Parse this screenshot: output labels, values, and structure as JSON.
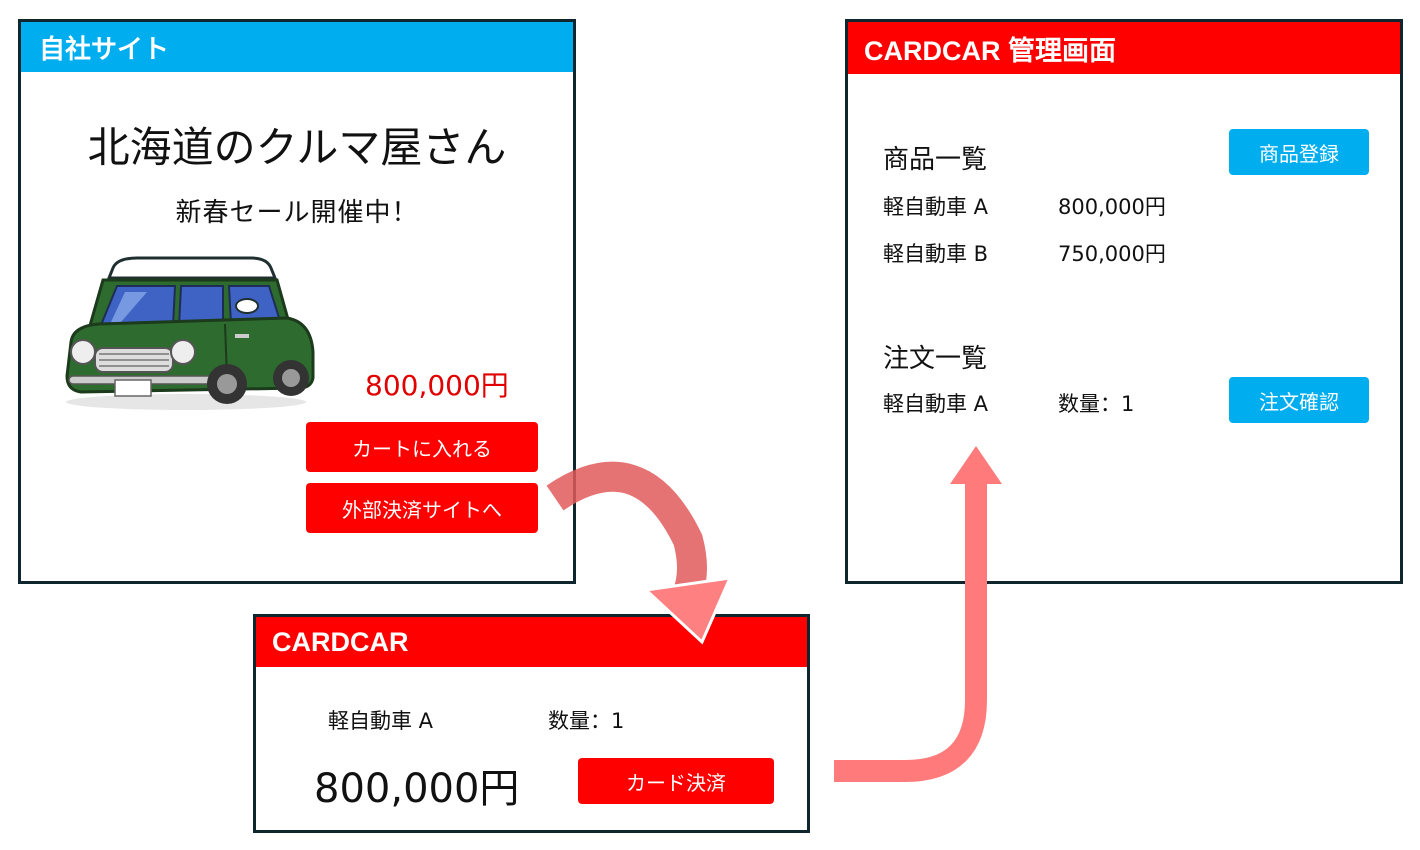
{
  "own_site": {
    "header": "自社サイト",
    "shop_title": "北海道のクルマ屋さん",
    "subtitle": "新春セール開催中！",
    "price": "800,000円",
    "cart_button": "カートに入れる",
    "external_button": "外部決済サイトへ"
  },
  "checkout": {
    "header": "CARDCAR",
    "item_name": "軽自動車 A",
    "quantity": "数量：1",
    "price": "800,000円",
    "card_button": "カード決済"
  },
  "admin": {
    "header": "CARDCAR 管理画面",
    "products_heading": "商品一覧",
    "register_button": "商品登録",
    "products": [
      {
        "name": "軽自動車 A",
        "price": "800,000円"
      },
      {
        "name": "軽自動車 B",
        "price": "750,000円"
      }
    ],
    "orders_heading": "注文一覧",
    "orders": [
      {
        "name": "軽自動車 A",
        "quantity": "数量：1"
      }
    ],
    "confirm_button": "注文確認"
  },
  "colors": {
    "own_site_header": "#00aeef",
    "cardcar_header": "#ff0000",
    "button_red": "#ff0000",
    "button_blue": "#00aeef",
    "price_red": "#e10000",
    "arrow": "#ff7b7b",
    "panel_border": "#10262e"
  },
  "icons": {
    "car": "green-mini-car-icon",
    "flow_arrow_1": "curved-arrow-down-icon",
    "flow_arrow_2": "arrow-up-icon"
  }
}
